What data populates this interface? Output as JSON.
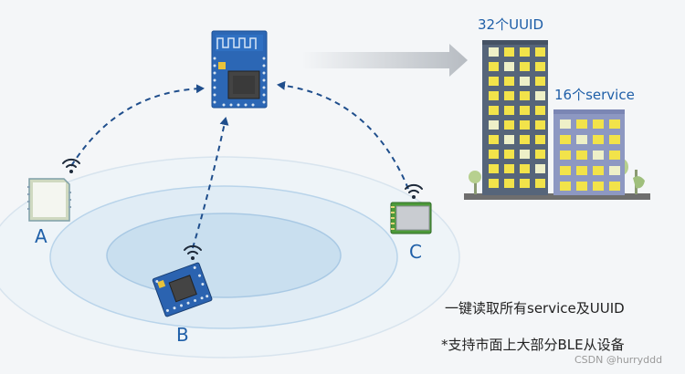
{
  "nodes": {
    "a": {
      "label": "A"
    },
    "b": {
      "label": "B"
    },
    "c": {
      "label": "C"
    }
  },
  "buildings": {
    "tall": {
      "label": "32个UUID"
    },
    "short": {
      "label": "16个service"
    }
  },
  "captions": {
    "line1": "一键读取所有service及UUID",
    "line2": "*支持市面上大部分BLE从设备"
  },
  "watermark": "CSDN @hurryddd",
  "colors": {
    "accent": "#1f5fa8",
    "arrow": "#1f4e8c",
    "module_blue": "#2c67b5",
    "window_yellow": "#f2e34a",
    "tall_building": "#56657a",
    "short_building": "#8d98c2"
  }
}
